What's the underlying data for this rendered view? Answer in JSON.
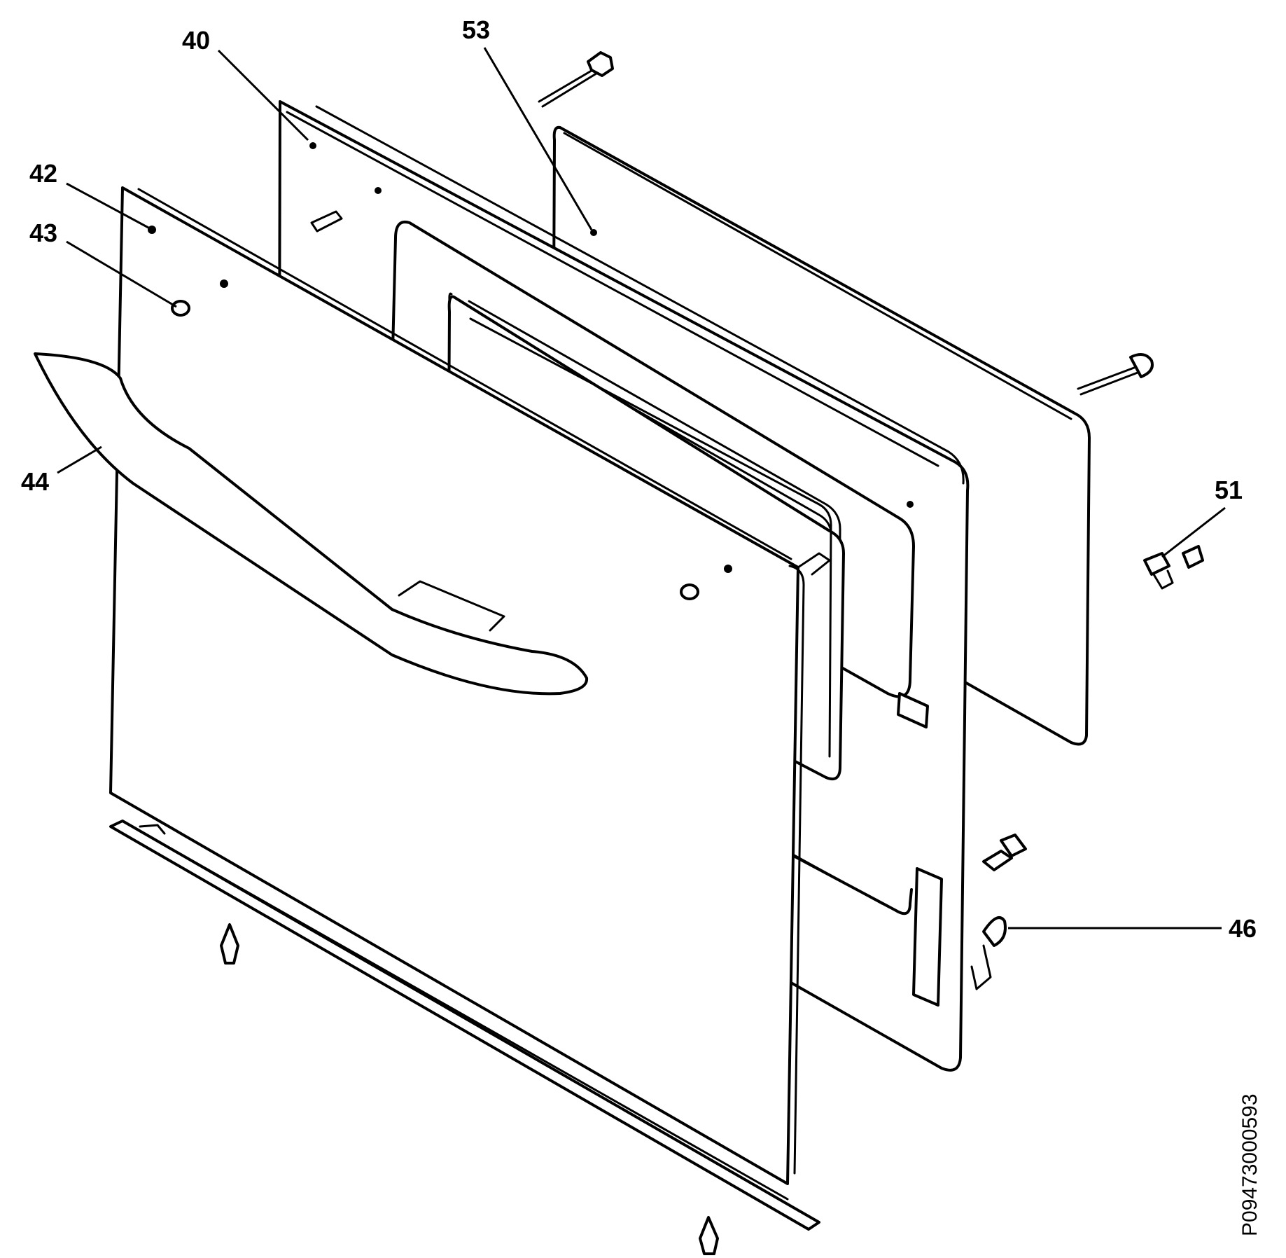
{
  "diagram": {
    "callouts": [
      {
        "id": "40",
        "label": "40"
      },
      {
        "id": "53",
        "label": "53"
      },
      {
        "id": "42",
        "label": "42"
      },
      {
        "id": "43",
        "label": "43"
      },
      {
        "id": "44",
        "label": "44"
      },
      {
        "id": "51",
        "label": "51"
      },
      {
        "id": "46",
        "label": "46"
      }
    ],
    "reference_code": "P09473000593"
  }
}
